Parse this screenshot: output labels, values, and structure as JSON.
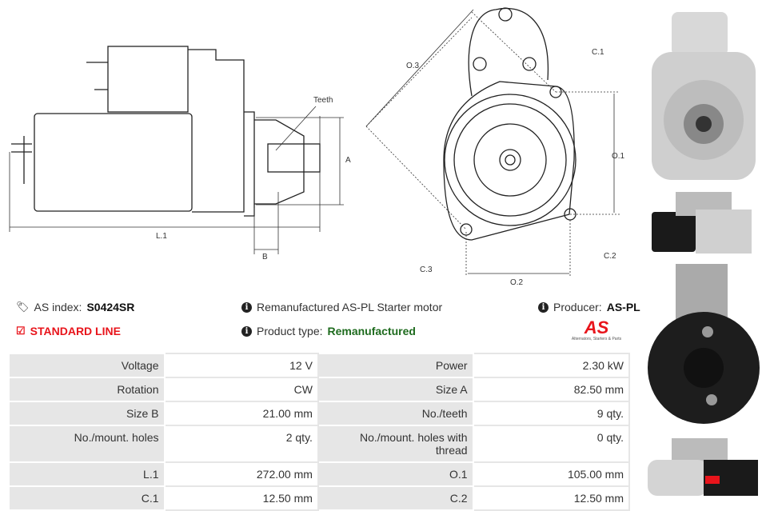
{
  "drawing_labels": {
    "teeth": "Teeth",
    "a": "A",
    "l1": "L.1",
    "b": "B",
    "o3": "O.3",
    "c1": "C.1",
    "o1": "O.1",
    "c2": "C.2",
    "c3": "C.3",
    "o2": "O.2"
  },
  "info": {
    "as_index_label": "AS index:",
    "as_index_value": "S0424SR",
    "standard_line": "STANDARD LINE",
    "description": "Remanufactured AS-PL Starter motor",
    "product_type_label": "Product type:",
    "product_type_value": "Remanufactured",
    "producer_label": "Producer:",
    "producer_value": "AS-PL",
    "logo_text": "AS",
    "logo_tagline": "Alternators, Starters & Parts"
  },
  "colors": {
    "accent_red": "#e8141b",
    "green": "#1e6b1e"
  },
  "specs": [
    [
      "Voltage",
      "12 V",
      "Power",
      "2.30 kW"
    ],
    [
      "Rotation",
      "CW",
      "Size A",
      "82.50 mm"
    ],
    [
      "Size B",
      "21.00 mm",
      "No./teeth",
      "9 qty."
    ],
    [
      "No./mount. holes",
      "2 qty.",
      "No./mount. holes with thread",
      "0 qty."
    ],
    [
      "L.1",
      "272.00 mm",
      "O.1",
      "105.00 mm"
    ],
    [
      "C.1",
      "12.50 mm",
      "C.2",
      "12.50 mm"
    ]
  ]
}
